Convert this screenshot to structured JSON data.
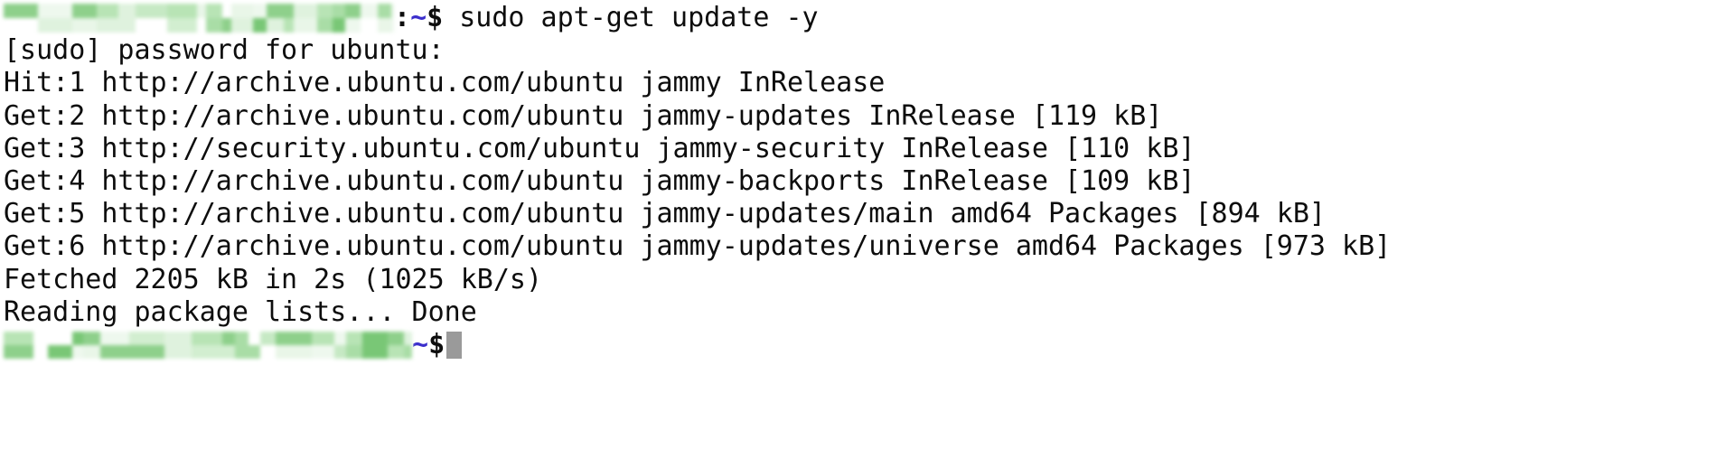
{
  "terminal": {
    "app": "terminal",
    "colors": {
      "background": "#ffffff",
      "foreground": "#0d0d0d",
      "tilde": "#3b2ecc",
      "redaction_green": "#7ec87e",
      "cursor": "#9a9a9a"
    },
    "prompt": {
      "redacted_user_host": "",
      "separator": ":",
      "path": "~",
      "sigil": "$"
    },
    "command": "sudo apt-get update -y",
    "output": [
      "[sudo] password for ubuntu:",
      "Hit:1 http://archive.ubuntu.com/ubuntu jammy InRelease",
      "Get:2 http://archive.ubuntu.com/ubuntu jammy-updates InRelease [119 kB]",
      "Get:3 http://security.ubuntu.com/ubuntu jammy-security InRelease [110 kB]",
      "Get:4 http://archive.ubuntu.com/ubuntu jammy-backports InRelease [109 kB]",
      "Get:5 http://archive.ubuntu.com/ubuntu jammy-updates/main amd64 Packages [894 kB]",
      "Get:6 http://archive.ubuntu.com/ubuntu jammy-updates/universe amd64 Packages [973 kB]",
      "Fetched 2205 kB in 2s (1025 kB/s)",
      "Reading package lists... Done"
    ],
    "final_prompt": {
      "separator": "",
      "path": "~",
      "sigil": "$",
      "cursor": "block"
    }
  }
}
